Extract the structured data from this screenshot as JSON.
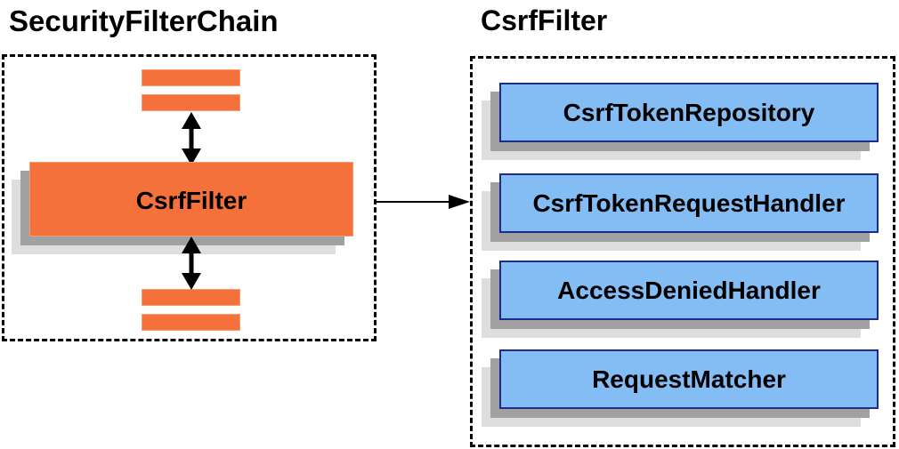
{
  "left_panel": {
    "title": "SecurityFilterChain",
    "csrf_filter_label": "CsrfFilter",
    "top_bars": [
      "filter-slot",
      "filter-slot"
    ],
    "bottom_bars": [
      "filter-slot",
      "filter-slot"
    ]
  },
  "right_panel": {
    "title": "CsrfFilter",
    "components": [
      {
        "label": "CsrfTokenRepository"
      },
      {
        "label": "CsrfTokenRequestHandler"
      },
      {
        "label": "AccessDeniedHandler"
      },
      {
        "label": "RequestMatcher"
      }
    ]
  },
  "icons": {
    "vertical_connector": "double-headed-arrow",
    "horizontal_connector": "right-arrow"
  },
  "colors": {
    "orange_fill": "#F4713B",
    "orange_border": "#F89B6C",
    "blue_fill": "#84BCF4",
    "blue_border": "#1B2C8E",
    "shadow_near": "#A1A1A1",
    "shadow_far": "#DEDEDE",
    "dashed_border": "#000000",
    "arrow": "#000000"
  }
}
